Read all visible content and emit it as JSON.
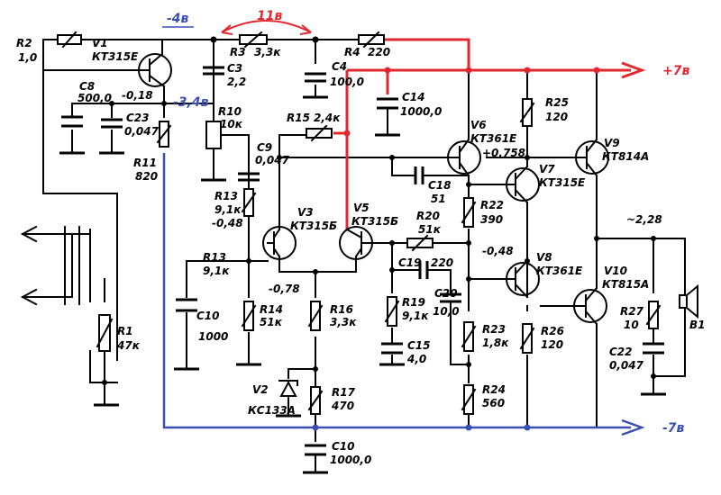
{
  "annotations": {
    "v_m4": "-4в",
    "v_11": "11в",
    "v_m34": "-3,4в",
    "v_p7": "+7в",
    "v_m7": "-7в",
    "v_m018": "-0,18",
    "v_m048a": "-0,48",
    "v_m078": "-0,78",
    "v_p0758": "+0,758",
    "v_m048b": "-0,48",
    "v_m228": "~2,28"
  },
  "components": {
    "r2": {
      "ref": "R2",
      "val": "1,0"
    },
    "v1": {
      "ref": "V1",
      "val": "КТ315Е"
    },
    "r3": {
      "ref": "R3",
      "val": "3,3к"
    },
    "r4": {
      "ref": "R4",
      "val": "220"
    },
    "c3": {
      "ref": "C3",
      "val": "2,2"
    },
    "c4": {
      "ref": "C4",
      "val": "100,0"
    },
    "c8": {
      "ref": "C8",
      "val": "500,0"
    },
    "c23": {
      "ref": "C23",
      "val": "0,047"
    },
    "r10": {
      "ref": "R10",
      "val": "10к"
    },
    "r11": {
      "ref": "R11",
      "val": "820"
    },
    "c9": {
      "ref": "C9",
      "val": "0,047"
    },
    "c14": {
      "ref": "C14",
      "val": "1000,0"
    },
    "r15": {
      "ref": "R15",
      "val": "2,4к"
    },
    "v6": {
      "ref": "V6",
      "val": "КТ361Е"
    },
    "r25": {
      "ref": "R25",
      "val": "120"
    },
    "v9": {
      "ref": "V9",
      "val": "КТ814А"
    },
    "c18": {
      "ref": "C18",
      "val": "51"
    },
    "v7": {
      "ref": "V7",
      "val": "КТ315Е"
    },
    "r22": {
      "ref": "R22",
      "val": "390"
    },
    "r13a": {
      "ref": "R13",
      "val": "9,1к"
    },
    "v3": {
      "ref": "V3",
      "val": "КТ315Б"
    },
    "v5": {
      "ref": "V5",
      "val": "КТ315Б"
    },
    "r20": {
      "ref": "R20",
      "val": "51к"
    },
    "r13b": {
      "ref": "R13",
      "val": "9,1к"
    },
    "c19": {
      "ref": "C19",
      "val": "220"
    },
    "v8": {
      "ref": "V8",
      "val": "КТ361Е"
    },
    "v10": {
      "ref": "V10",
      "val": "КТ815А"
    },
    "c10a": {
      "ref": "C10",
      "val": "1000"
    },
    "r14": {
      "ref": "R14",
      "val": "51к"
    },
    "r16": {
      "ref": "R16",
      "val": "3,3к"
    },
    "r19": {
      "ref": "R19",
      "val": "9,1к"
    },
    "c20": {
      "ref": "C20",
      "val": "10,0"
    },
    "c15": {
      "ref": "C15",
      "val": "4,0"
    },
    "r23": {
      "ref": "R23",
      "val": "1,8к"
    },
    "r26": {
      "ref": "R26",
      "val": "120"
    },
    "r27": {
      "ref": "R27",
      "val": "10"
    },
    "b1": {
      "ref": "B1",
      "val": ""
    },
    "c22": {
      "ref": "C22",
      "val": "0,047"
    },
    "r1": {
      "ref": "R1",
      "val": "47к"
    },
    "v2": {
      "ref": "V2",
      "val": "КС133А"
    },
    "r17": {
      "ref": "R17",
      "val": "470"
    },
    "r24": {
      "ref": "R24",
      "val": "560"
    },
    "c10b": {
      "ref": "C10",
      "val": "1000,0"
    }
  },
  "colors": {
    "positive_rail": "#e0282e",
    "negative_rail": "#3a4fb0"
  }
}
